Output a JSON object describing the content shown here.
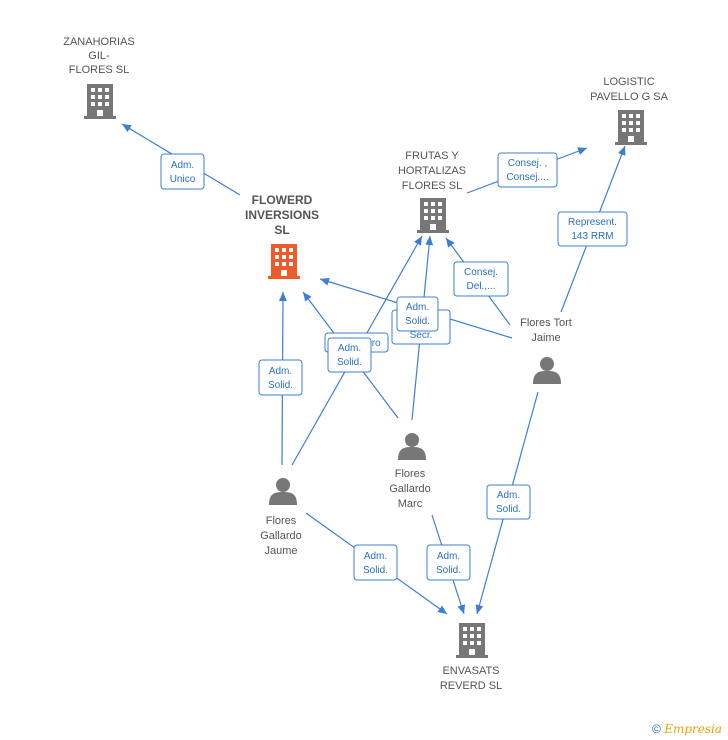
{
  "colors": {
    "building": "#777777",
    "building_main": "#f05a28",
    "person": "#777777",
    "edge": "#3b7fd4"
  },
  "nodes": {
    "zanahorias": {
      "lines": [
        "ZANAHORIAS",
        "GIL-",
        "FLORES  SL"
      ],
      "icon": "building-icon"
    },
    "flowerd": {
      "lines": [
        "FLOWERD",
        "INVERSIONS",
        "SL"
      ],
      "icon": "building-icon"
    },
    "frutas": {
      "lines": [
        "FRUTAS Y",
        "HORTALIZAS",
        "FLORES SL"
      ],
      "icon": "building-icon"
    },
    "logistic": {
      "lines": [
        "LOGISTIC",
        "PAVELLO G SA"
      ],
      "icon": "building-icon"
    },
    "envasats": {
      "lines": [
        "ENVASATS",
        "REVERD  SL"
      ],
      "icon": "building-icon"
    },
    "jaume": {
      "lines": [
        "Flores",
        "Gallardo",
        "Jaume"
      ],
      "icon": "person-icon"
    },
    "marc": {
      "lines": [
        "Flores",
        "Gallardo",
        "Marc"
      ],
      "icon": "person-icon"
    },
    "tort": {
      "lines": [
        "Flores Tort",
        "Jaime"
      ],
      "icon": "person-icon"
    }
  },
  "edge_labels": [
    {
      "id": "adm-unico",
      "lines": [
        "Adm.",
        "Unico"
      ]
    },
    {
      "id": "consej-consej",
      "lines": [
        "Consej. ,",
        "Consej...."
      ]
    },
    {
      "id": "represent",
      "lines": [
        "Represent.",
        "143 RRM"
      ]
    },
    {
      "id": "consej-del",
      "lines": [
        "Consej.",
        "Del.,..."
      ]
    },
    {
      "id": "adm-solid-secr",
      "lines": [
        "Adm.",
        "Solid.",
        "Secr."
      ]
    },
    {
      "id": "miembro",
      "lines": [
        "...ro"
      ]
    },
    {
      "id": "adm-solid-marc-flowerd",
      "lines": [
        "Adm.",
        "Solid."
      ]
    },
    {
      "id": "adm-solid-jaume-flowerd",
      "lines": [
        "Adm.",
        "Solid."
      ]
    },
    {
      "id": "adm-solid-jaume-env",
      "lines": [
        "Adm.",
        "Solid."
      ]
    },
    {
      "id": "adm-solid-marc-env",
      "lines": [
        "Adm.",
        "Solid."
      ]
    },
    {
      "id": "adm-solid-tort-env",
      "lines": [
        "Adm.",
        "Solid."
      ]
    }
  ],
  "footer": {
    "copyright": "©",
    "brand": "Empresia"
  }
}
